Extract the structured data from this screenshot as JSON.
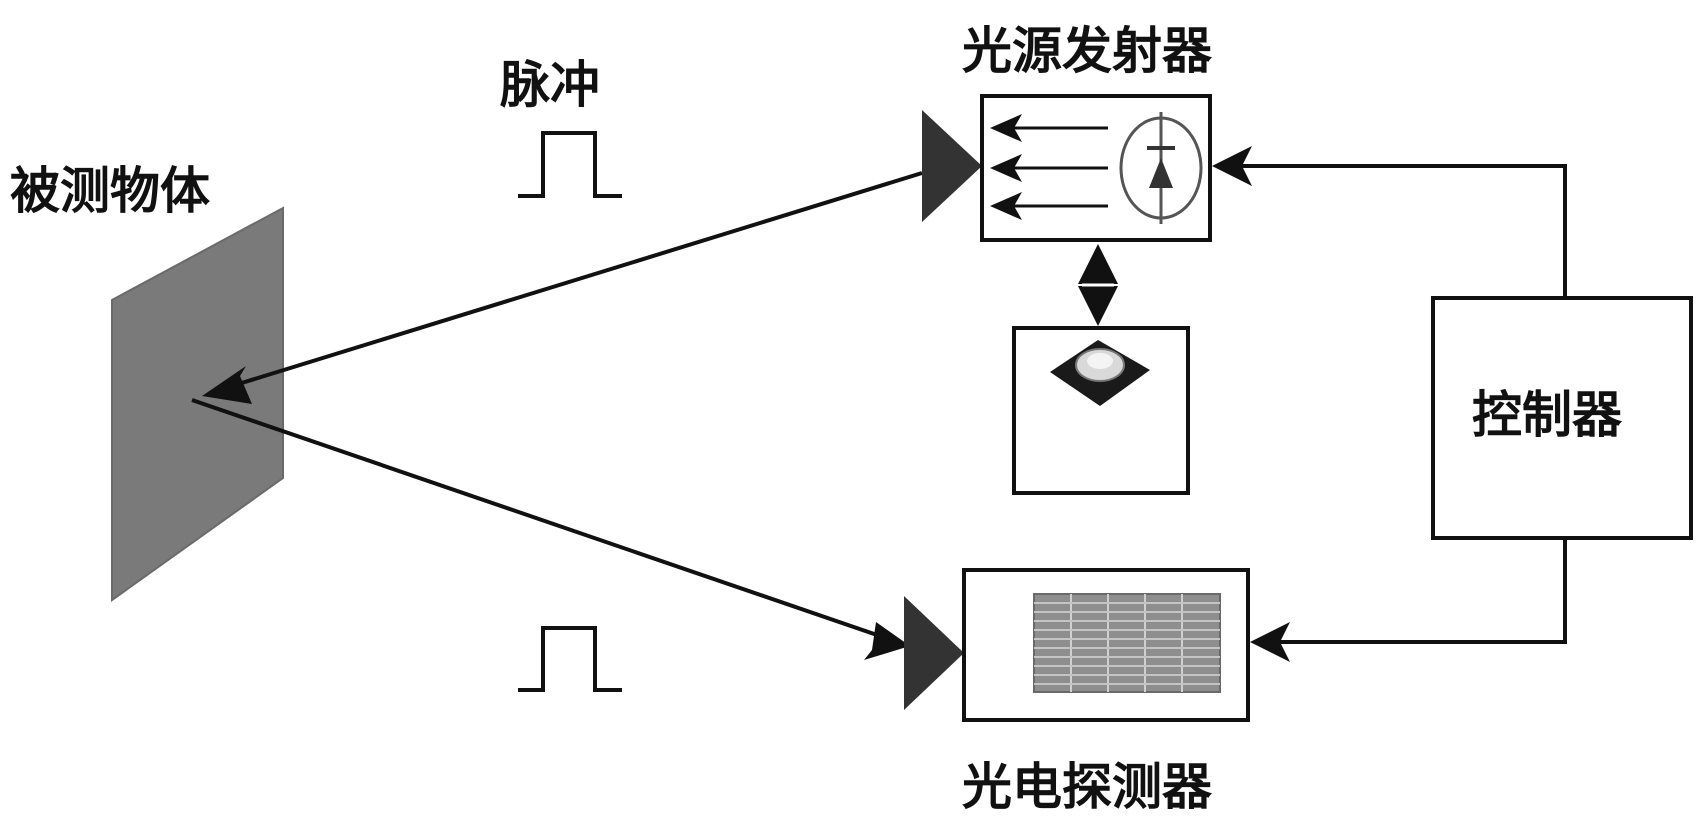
{
  "labels": {
    "target_object": "被测物体",
    "pulse": "脉冲",
    "light_emitter": "光源发射器",
    "controller": "控制器",
    "photodetector": "光电探测器"
  },
  "colors": {
    "line": "#111111",
    "target_fill": "#7a7a7a",
    "grid_fill": "#8e8e8e",
    "background": "#ffffff"
  },
  "icons": {
    "emitter": "laser-diode-icon",
    "led": "led-chip-icon",
    "detector": "detector-array-icon"
  }
}
